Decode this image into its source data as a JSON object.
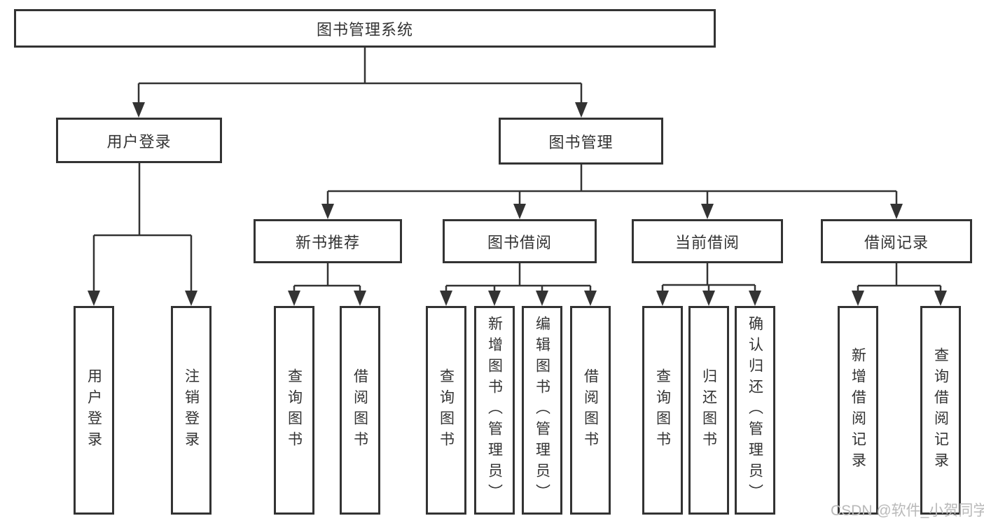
{
  "tree": {
    "label": "图书管理系统",
    "children": [
      {
        "label": "用户登录",
        "children": [
          {
            "label": "用户登录"
          },
          {
            "label": "注销登录"
          }
        ]
      },
      {
        "label": "图书管理",
        "children": [
          {
            "label": "新书推荐",
            "children": [
              {
                "label": "查询图书"
              },
              {
                "label": "借阅图书"
              }
            ]
          },
          {
            "label": "图书借阅",
            "children": [
              {
                "label": "查询图书"
              },
              {
                "label": "新增图书（管理员）"
              },
              {
                "label": "编辑图书（管理员）"
              },
              {
                "label": "借阅图书"
              }
            ]
          },
          {
            "label": "当前借阅",
            "children": [
              {
                "label": "查询图书"
              },
              {
                "label": "归还图书"
              },
              {
                "label": "确认归还（管理员）"
              }
            ]
          },
          {
            "label": "借阅记录",
            "children": [
              {
                "label": "新增借阅记录"
              },
              {
                "label": "查询借阅记录"
              }
            ]
          }
        ]
      }
    ]
  },
  "watermark": "CSDN @软件_小贺同学",
  "colors": {
    "line": "#333333",
    "box_border": "#333333",
    "box_fill": "#ffffff",
    "text": "#333333",
    "watermark": "#b9b9b9"
  }
}
